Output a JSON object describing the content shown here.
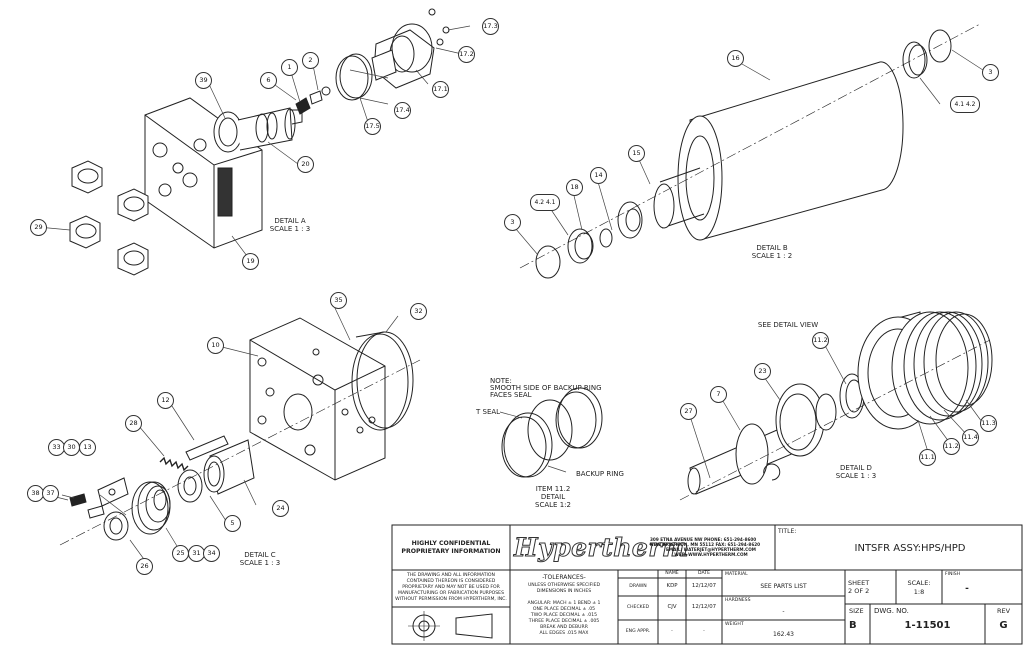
{
  "callouts": {
    "c1": "1",
    "c2": "2",
    "c3a": "3",
    "c3b": "3",
    "c4142a": "4.1 4.2",
    "c4142b": "4.2 4.1",
    "c5": "5",
    "c6": "6",
    "c7": "7",
    "c10": "10",
    "c11_1": "11.1",
    "c11_2a": "11.2",
    "c11_2b": "11.2",
    "c11_3": "11.3",
    "c11_4": "11.4",
    "c12": "12",
    "c13": "13",
    "c14": "14",
    "c15": "15",
    "c16": "16",
    "c17_1": "17.1",
    "c17_2": "17.2",
    "c17_3": "17.3",
    "c17_4": "17.4",
    "c17_5": "17.5",
    "c18": "18",
    "c19": "19",
    "c20": "20",
    "c23": "23",
    "c24": "24",
    "c25": "25",
    "c26": "26",
    "c27": "27",
    "c28": "28",
    "c29": "29",
    "c30": "30",
    "c31": "31",
    "c32": "32",
    "c33": "33",
    "c34": "34",
    "c35": "35",
    "c37": "37",
    "c38": "38",
    "c39": "39"
  },
  "details": {
    "a_title": "DETAIL A",
    "a_scale": "SCALE 1 : 3",
    "b_title": "DETAIL B",
    "b_scale": "SCALE 1 : 2",
    "c_title": "DETAIL C",
    "c_scale": "SCALE 1 : 3",
    "d_title": "DETAIL D",
    "d_scale": "SCALE 1 : 3",
    "d_see": "SEE DETAIL VIEW",
    "item_line1": "ITEM 11.2",
    "item_line2": "DETAIL",
    "item_line3": "SCALE 1:2",
    "note_l1": "NOTE:",
    "note_l2": "SMOOTH SIDE OF BACKUP RING",
    "note_l3": "FACES SEAL",
    "t_seal": "T SEAL",
    "backup_ring": "BACKUP RING"
  },
  "title_block": {
    "confidential_l1": "HIGHLY CONFIDENTIAL",
    "confidential_l2": "PROPRIETARY INFORMATION",
    "legal_l1": "THE DRAWING AND ALL INFORMATION",
    "legal_l2": "CONTAINED THEREON IS CONSIDERED",
    "legal_l3": "PROPRIETARY AND MAY NOT BE USED FOR",
    "legal_l4": "MANUFACTURING OR FABRICATION PURPOSES",
    "legal_l5": "WITHOUT PERMISSION FROM HYPERTHERM, INC.",
    "logo": "Hypertherm",
    "addr_l1": "309 ETNA AVENUE NW        PHONE: 651-294-8600",
    "addr_l2": "NEW BRIGHTON, MN 55112    FAX: 651-294-8620",
    "addr_l3": "EMAIL: WATERJET@HYPERTHERM.COM",
    "addr_l4": "WEB: WWW.HYPERTHERM.COM",
    "title_label": "TITLE:",
    "title_value": "INTSFR ASSY:HPS/HPD",
    "tol_head": "-TOLERANCES-",
    "tol_l1": "UNLESS OTHERWISE SPECIFIED",
    "tol_l2": "DIMENSIONS IN INCHES",
    "tol_l3": "ANGULAR: MACH ± 1   BEND ± 1",
    "tol_l4": "ONE PLACE DECIMAL  ± .05",
    "tol_l5": "TWO PLACE DECIMAL  ± .015",
    "tol_l6": "THREE PLACE DECIMAL  ± .005",
    "tol_l7": "BREAK AND DEBURR",
    "tol_l8": "ALL EDGES .015 MAX",
    "col_name": "NAME",
    "col_date": "DATE",
    "drawn": "DRAWN",
    "drawn_name": "KDP",
    "drawn_date": "12/12/07",
    "checked": "CHECKED",
    "checked_name": "CJV",
    "checked_date": "12/12/07",
    "eng": "ENG APPR.",
    "eng_name": "-",
    "eng_date": "-",
    "material_label": "MATERIAL",
    "material": "SEE PARTS LIST",
    "hardness_label": "HARDNESS",
    "hardness": "-",
    "weight_label": "WEIGHT",
    "weight": "162.43",
    "sheet_label": "SHEET",
    "sheet": "2 OF 2",
    "scale_label": "SCALE:",
    "scale": "1:8",
    "finish_label": "FINISH",
    "finish": "-",
    "size_label": "SIZE",
    "size": "B",
    "dwg_label": "DWG. NO.",
    "dwg": "1-11501",
    "rev_label": "REV",
    "rev": "G"
  }
}
